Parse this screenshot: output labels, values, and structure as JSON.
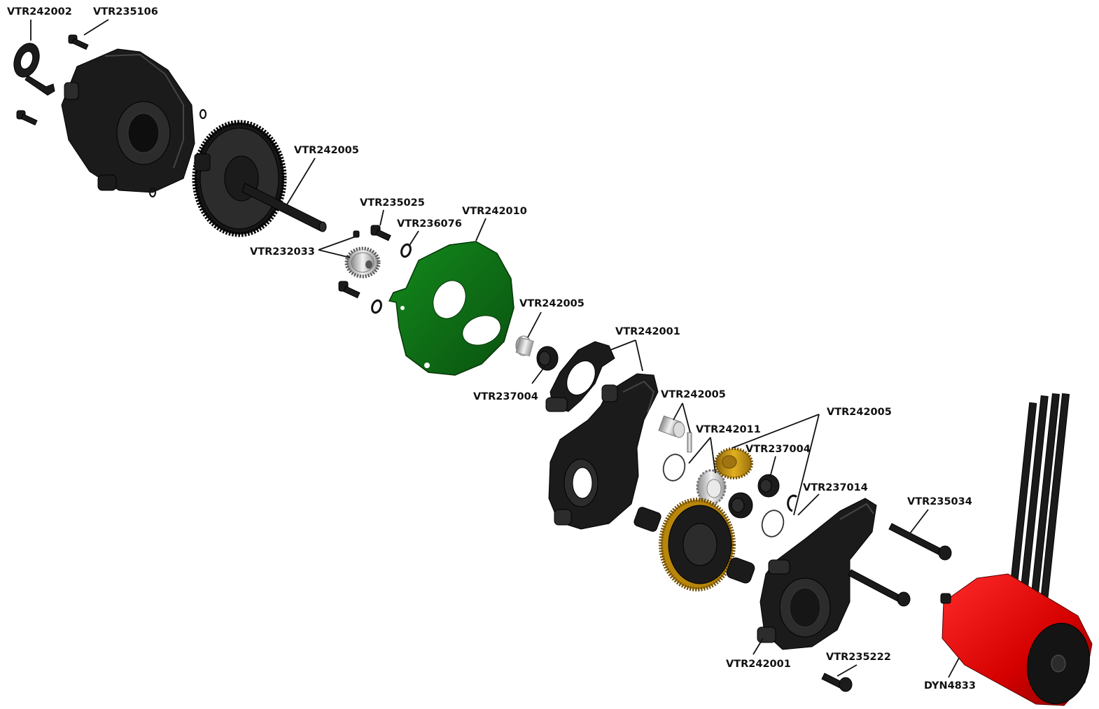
{
  "diagram": {
    "type": "exploded-parts-view",
    "colors": {
      "background": "#ffffff",
      "part_black": "#1b1b1b",
      "motor_plate": "#0d6b13",
      "motor_can": "#e00000",
      "gold_gear": "#c9950f",
      "silver_part": "#cfcfcf",
      "label_text": "#111111"
    },
    "labels": {
      "vtr242002": "VTR242002",
      "vtr235106": "VTR235106",
      "vtr242005_spur": "VTR242005",
      "vtr235025": "VTR235025",
      "vtr236076": "VTR236076",
      "vtr242010": "VTR242010",
      "vtr232033": "VTR232033",
      "vtr242005_plate": "VTR242005",
      "vtr242001_top": "VTR242001",
      "vtr237004_left": "VTR237004",
      "vtr242005_mid": "VTR242005",
      "vtr242011": "VTR242011",
      "vtr242005_right": "VTR242005",
      "vtr237004_right": "VTR237004",
      "vtr237014": "VTR237014",
      "vtr235034": "VTR235034",
      "vtr242001_bottom": "VTR242001",
      "vtr235222": "VTR235222",
      "dyn4833": "DYN4833"
    }
  }
}
